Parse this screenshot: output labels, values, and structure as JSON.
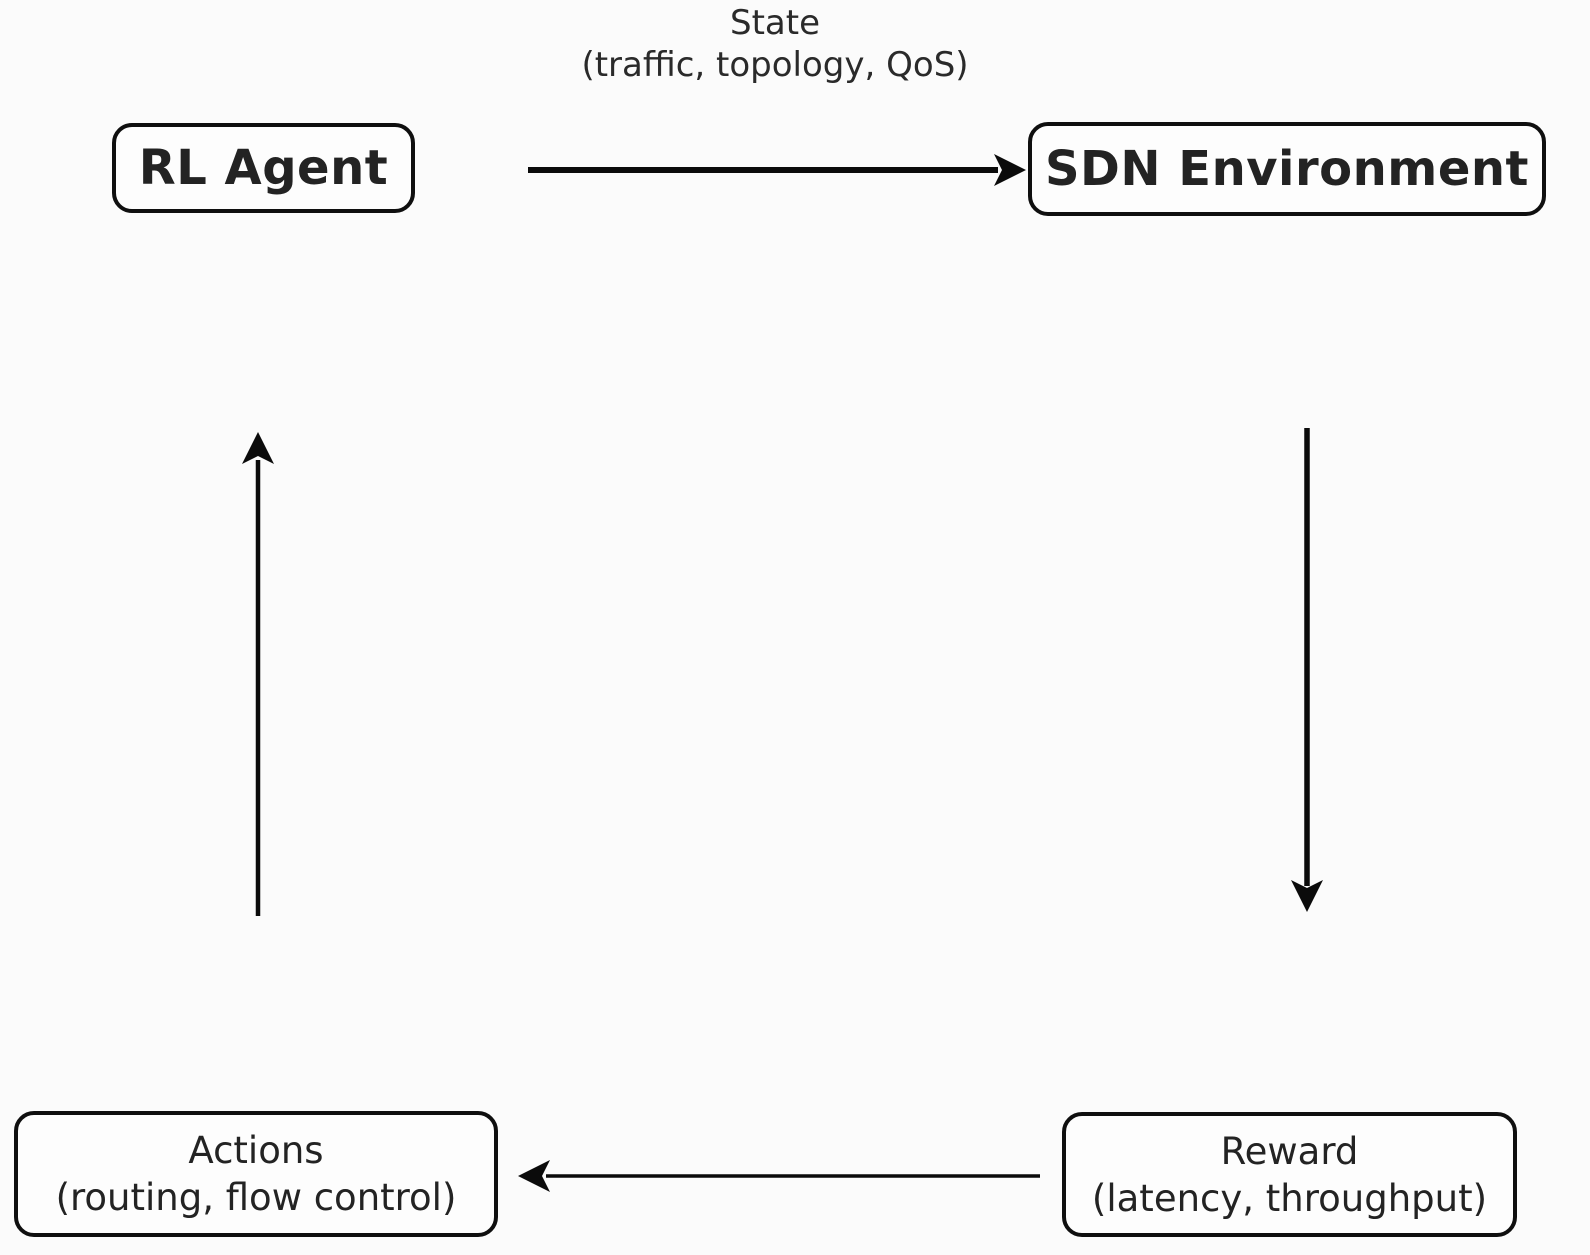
{
  "diagram": {
    "colors": {
      "background": "#fbfbfb",
      "node_border": "#0f0f0f",
      "arrow": "#0b0b0b",
      "text": "#232323"
    },
    "state_label": {
      "title": "State",
      "subtitle": "(traffic, topology, QoS)"
    },
    "nodes": {
      "rl_agent": {
        "label": "RL Agent"
      },
      "sdn_environment": {
        "label": "SDN Environment"
      },
      "actions": {
        "title": "Actions",
        "subtitle": "(routing, flow control)"
      },
      "reward": {
        "title": "Reward",
        "subtitle": "(latency, throughput)"
      }
    },
    "edges": [
      {
        "id": "state",
        "from": "RL Agent",
        "to": "SDN Environment",
        "label": "State (traffic, topology, QoS)",
        "direction": "right"
      },
      {
        "id": "environment-to-reward",
        "from": "SDN Environment",
        "to": "Reward (latency, throughput)",
        "label": "",
        "direction": "down"
      },
      {
        "id": "reward-to-actions",
        "from": "Reward (latency, throughput)",
        "to": "Actions (routing, flow control)",
        "label": "",
        "direction": "left"
      },
      {
        "id": "actions-to-agent",
        "from": "Actions (routing, flow control)",
        "to": "RL Agent",
        "label": "",
        "direction": "up"
      }
    ]
  }
}
